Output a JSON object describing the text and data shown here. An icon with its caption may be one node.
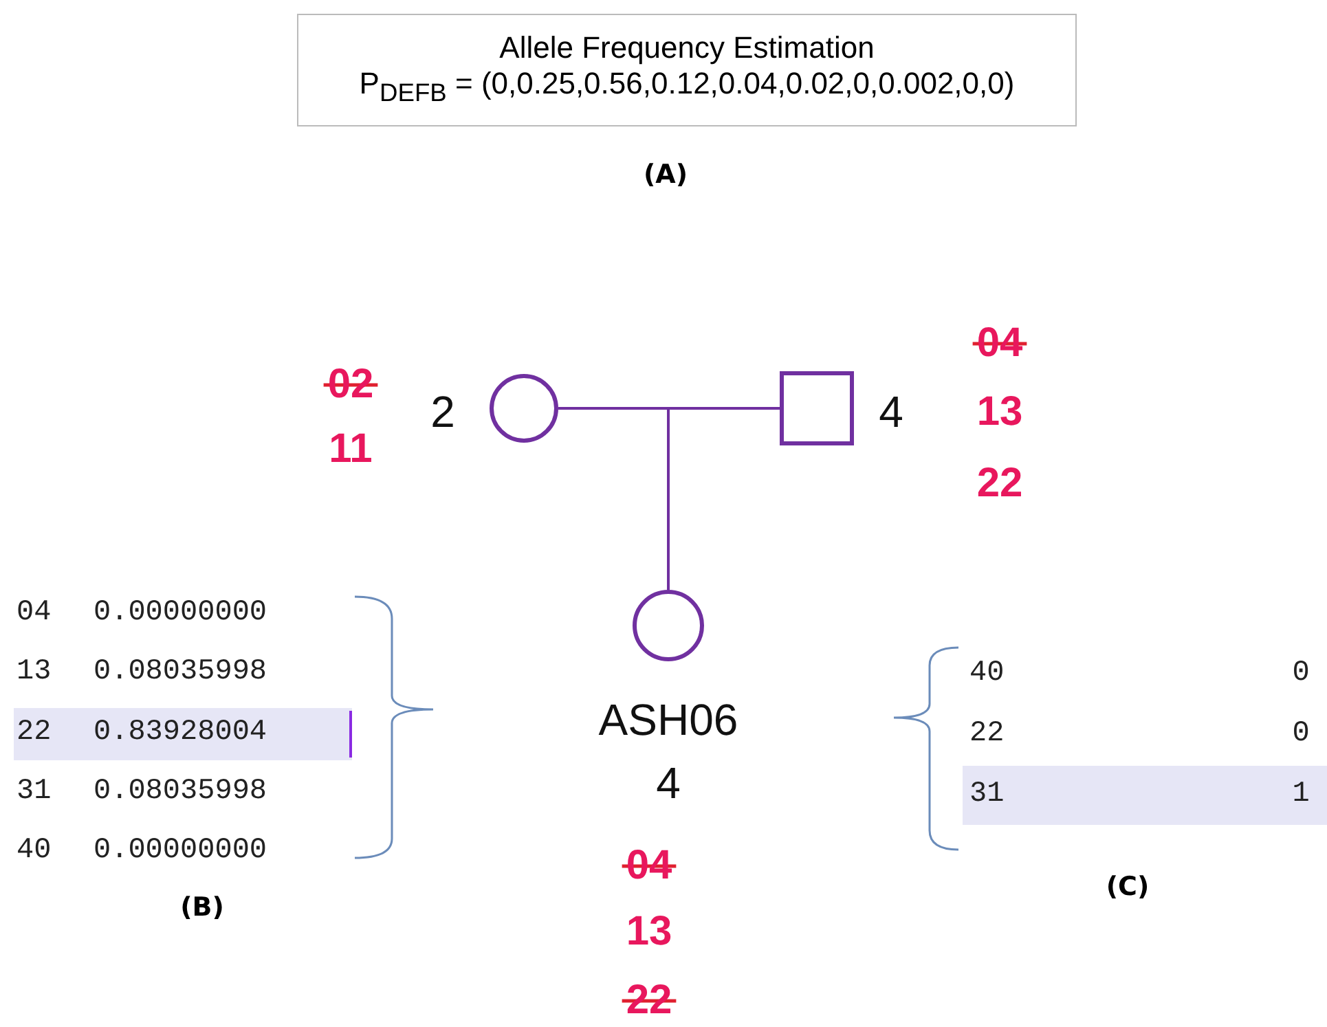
{
  "diagram": {
    "nodes": [
      {
        "text": [
          "Allele Frequency Estimation",
          "P$_{DEFB}$ = (0,0.25,0.56,0.12,0.04,0.02,0,0.002,0,0)"
        ]
      },
      {
        "text": [],
        "shape": "circle",
        "beside": [
          "2"
        ]
      },
      {
        "text": [],
        "shape": "box",
        "beside": [
          "4"
        ]
      },
      {
        "text": [],
        "shape": "circle",
        "beside": [
          "ASH06",
          "4"
        ]
      }
    ],
    "edges": [
      {
        "from": 1,
        "to": 2,
        "arrow": "none"
      },
      {
        "from": 1,
        "to": 3,
        "arrow": "none"
      },
      {
        "from": 2,
        "to": 3,
        "arrow": "none"
      }
    ],
    "labels": [
      "(A)",
      "04",
      "02",
      "13",
      "11",
      "22",
      "04",
      "0.00000000",
      "13",
      "0.08035998",
      "22",
      "0.83928004",
      "31",
      "0.08035998",
      "40",
      "0.00000000",
      "40",
      "0",
      "22",
      "0",
      "31",
      "1",
      "04",
      "(B)",
      "13",
      "(C)",
      "22"
    ]
  }
}
